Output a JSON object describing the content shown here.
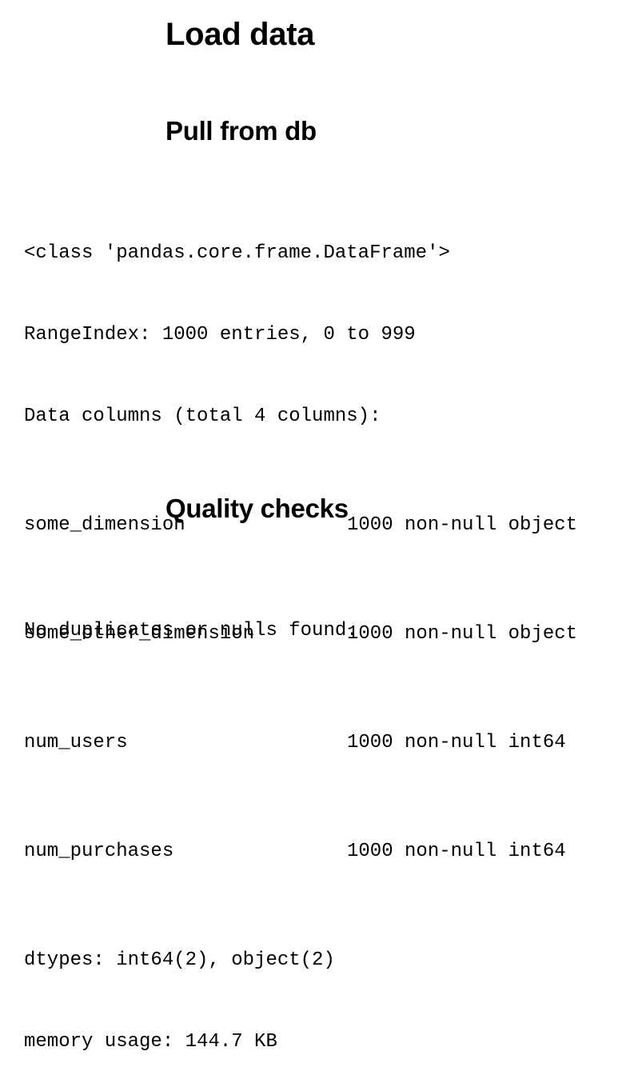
{
  "sections": {
    "load": {
      "title": "Load data"
    },
    "pull": {
      "title": "Pull from db"
    },
    "quality": {
      "title": "Quality checks"
    }
  },
  "info_output": {
    "class_line": "<class 'pandas.core.frame.DataFrame'>",
    "range_index": "RangeIndex: 1000 entries, 0 to 999",
    "columns_header": "Data columns (total 4 columns):",
    "columns": [
      {
        "name": "some_dimension",
        "count": "1000 non-null",
        "dtype": "object"
      },
      {
        "name": "some_other_dimension",
        "count": "1000 non-null",
        "dtype": "object"
      },
      {
        "name": "num_users",
        "count": "1000 non-null",
        "dtype": "int64"
      },
      {
        "name": "num_purchases",
        "count": "1000 non-null",
        "dtype": "int64"
      }
    ],
    "dtypes": "dtypes: int64(2), object(2)",
    "memory": "memory usage: 144.7 KB"
  },
  "quality_output": {
    "message": "No duplicates or nulls found."
  }
}
